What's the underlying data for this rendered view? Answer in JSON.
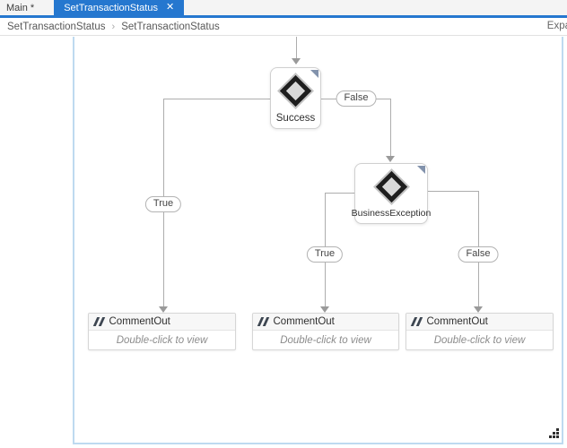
{
  "window": {
    "tabs": [
      {
        "label": "Main *"
      },
      {
        "label": "SetTransactionStatus",
        "close_glyph": "✕"
      }
    ],
    "breadcrumb": {
      "path": [
        "SetTransactionStatus",
        "SetTransactionStatus"
      ],
      "separator": "›",
      "right_link": "Expa"
    }
  },
  "flowchart": {
    "nodes": [
      {
        "id": "success",
        "type": "decision",
        "icon": "decision-diamond",
        "label": "Success"
      },
      {
        "id": "businessException",
        "type": "decision",
        "icon": "decision-diamond",
        "label": "BusinessException"
      }
    ],
    "branches": {
      "success_true": "True",
      "success_false": "False",
      "exception_true": "True",
      "exception_false": "False"
    },
    "activities": [
      {
        "icon": "comment-slashes",
        "title": "CommentOut",
        "hint": "Double-click to view"
      },
      {
        "icon": "comment-slashes",
        "title": "CommentOut",
        "hint": "Double-click to view"
      },
      {
        "icon": "comment-slashes",
        "title": "CommentOut",
        "hint": "Double-click to view"
      }
    ]
  },
  "colors": {
    "active_tab": "#2577cf",
    "tab_underline": "#2577cf",
    "canvas_border": "#bedaf0",
    "connector": "#adadad",
    "node_corner_triangle": "#8292ac",
    "diamond_fill": "#d9d9d9",
    "diamond_ring": "#1e1e1e"
  }
}
